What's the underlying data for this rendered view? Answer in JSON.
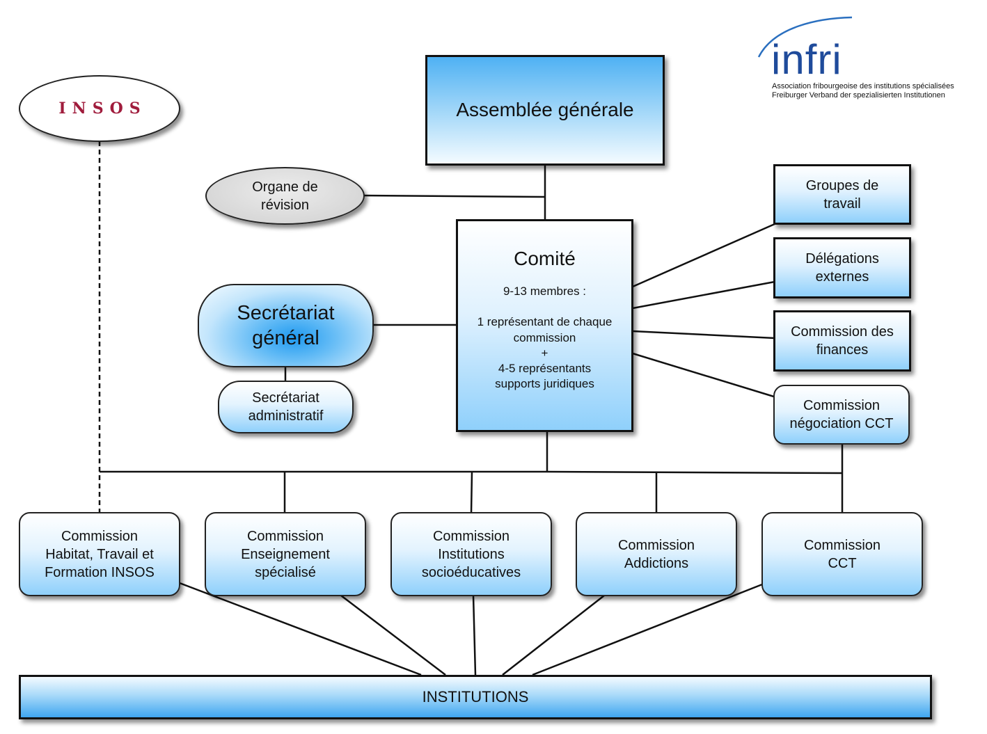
{
  "logo": {
    "word": "infri",
    "subtitle_fr": "Association fribourgeoise des institutions spécialisées",
    "subtitle_de": "Freiburger Verband der spezialisierten Institutionen"
  },
  "insos": {
    "label": "INSOS"
  },
  "assemblee": {
    "label": "Assemblée générale"
  },
  "organe": {
    "line1": "Organe de",
    "line2": "révision"
  },
  "comite": {
    "title": "Comité",
    "members": "9-13 membres :",
    "line1": "1 représentant de chaque",
    "line2": "commission",
    "plus": "+",
    "line3": "4-5 représentants",
    "line4": "supports juridiques"
  },
  "secretariat_general": {
    "line1": "Secrétariat",
    "line2": "général"
  },
  "secretariat_admin": {
    "line1": "Secrétariat",
    "line2": "administratif"
  },
  "right_boxes": [
    {
      "line1": "Groupes de",
      "line2": "travail"
    },
    {
      "line1": "Délégations",
      "line2": "externes"
    },
    {
      "line1": "Commission des",
      "line2": "finances"
    },
    {
      "line1": "Commission",
      "line2": "négociation CCT"
    }
  ],
  "commissions": [
    {
      "line1": "Commission",
      "line2": "Habitat, Travail et",
      "line3": "Formation INSOS"
    },
    {
      "line1": "Commission",
      "line2": "Enseignement",
      "line3": "spécialisé"
    },
    {
      "line1": "Commission",
      "line2": "Institutions",
      "line3": "socioéducatives"
    },
    {
      "line1": "Commission",
      "line2": "Addictions"
    },
    {
      "line1": "Commission",
      "line2": "CCT"
    }
  ],
  "institutions": {
    "label": "INSTITUTIONS"
  },
  "colors": {
    "line": "#111111",
    "insos_red": "#a01c3c",
    "infri_blue": "#1f4b9b"
  }
}
